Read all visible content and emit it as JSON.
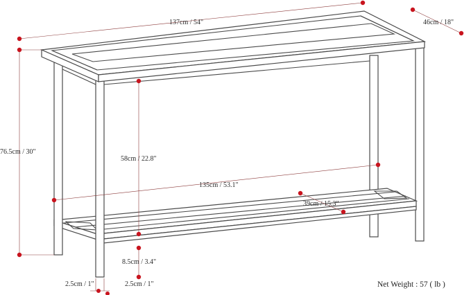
{
  "dimensions": {
    "length_top": "137cm / 54\"",
    "depth_top": "46cm / 18\"",
    "height_total": "76.5cm / 30\"",
    "clearance": "58cm / 22.8\"",
    "inner_length": "135cm / 53.1\"",
    "shelf_depth": "39cm / 15.3\"",
    "shelf_height": "8.5cm / 3.4\"",
    "leg_width": "2.5cm / 1\"",
    "leg_depth": "2.5cm / 1\""
  },
  "net_weight": "Net Weight : 57 ( lb )",
  "colors": {
    "dimension_dot": "#c8141e",
    "dimension_line": "#8c3b3b",
    "outline": "#4a4a4a"
  }
}
